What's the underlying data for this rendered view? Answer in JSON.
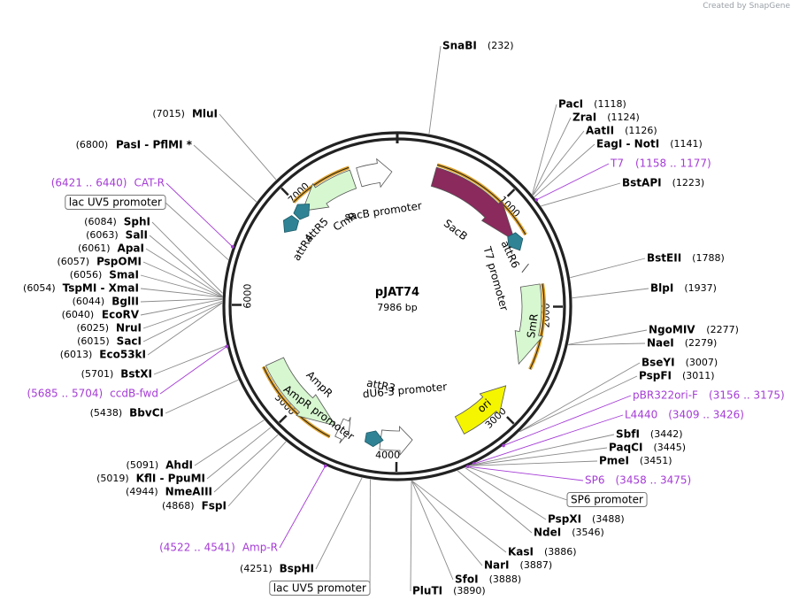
{
  "watermark": "Created by SnapGene",
  "plasmid": {
    "name": "pJAT74",
    "length_label": "7986 bp",
    "length": 7986
  },
  "colors": {
    "ori": "#f5f500",
    "sacB": "#8b2a5c",
    "resistance": "#d7f7d0",
    "att": "#2f8394",
    "primer": "#a53cd6",
    "orange": "#e1a32a"
  },
  "ticks": [
    {
      "label": "1000",
      "pos": 1000
    },
    {
      "label": "2000",
      "pos": 2000
    },
    {
      "label": "3000",
      "pos": 3000
    },
    {
      "label": "4000",
      "pos": 4000
    },
    {
      "label": "5000",
      "pos": 5000
    },
    {
      "label": "6000",
      "pos": 6000
    },
    {
      "label": "7000",
      "pos": 7000
    }
  ],
  "features": [
    {
      "label": "SacB",
      "start": 350,
      "end": 1350,
      "kind": "arrow",
      "color": "#8b2a5c",
      "dir": 1,
      "r": 112
    },
    {
      "label": "sacB promoter",
      "start": 7620,
      "end": 7935,
      "kind": "arrow",
      "color": "#ffffff",
      "dir": 1,
      "r": 112
    },
    {
      "label": "CmR",
      "start": 6990,
      "end": 7560,
      "kind": "arrow",
      "color": "#d7f7d0",
      "dir": -1,
      "r": 100
    },
    {
      "label": "SmR",
      "start": 1800,
      "end": 2560,
      "kind": "arrow",
      "color": "#d7f7d0",
      "dir": 1,
      "r": 168
    },
    {
      "label": "ori",
      "start": 2800,
      "end": 3380,
      "kind": "arrow",
      "color": "#f5f500",
      "dir": -1,
      "r": 150
    },
    {
      "label": "AmpR",
      "start": 4600,
      "end": 5450,
      "kind": "arrow",
      "color": "#d7f7d0",
      "dir": -1,
      "r": 117
    },
    {
      "label": "AmpR promoter",
      "start": 4460,
      "end": 4560,
      "kind": "arrow",
      "color": "#ffffff",
      "dir": -1,
      "r": 117
    },
    {
      "label": "dU6-3 promoter",
      "start": 3850,
      "end": 4150,
      "kind": "arrow",
      "color": "#ffffff",
      "dir": -1,
      "r": 80
    },
    {
      "label": "attR6",
      "kind": "att",
      "pos": 1370,
      "dir": 1,
      "r": 118
    },
    {
      "label": "T7 promoter",
      "kind": "small",
      "pos": 1600,
      "r": 120
    },
    {
      "label": "attR5",
      "kind": "att",
      "pos": 7000,
      "dir": 1,
      "r": 146
    },
    {
      "label": "attR4",
      "kind": "att",
      "pos": 6810,
      "dir": -1,
      "r": 146
    },
    {
      "label": "attR3",
      "kind": "att",
      "pos": 4210,
      "dir": -1,
      "r": 108
    }
  ],
  "inner_labels": [
    {
      "text": "SacB"
    },
    {
      "text": "sacB promoter"
    },
    {
      "text": "CmR"
    },
    {
      "text": "SmR"
    },
    {
      "text": "ori"
    },
    {
      "text": "AmpR"
    },
    {
      "text": "AmpR promoter"
    },
    {
      "text": "dU6-3 promoter"
    },
    {
      "text": "attR6"
    },
    {
      "text": "T7 promoter"
    },
    {
      "text": "attR5"
    },
    {
      "text": "attR4"
    },
    {
      "text": "attR3"
    }
  ],
  "right_labels": [
    {
      "name": "SnaBI",
      "pos": "(232)",
      "bp": 232
    },
    {
      "name": "PacI",
      "pos": "(1118)",
      "bp": 1118
    },
    {
      "name": "ZraI",
      "pos": "(1124)",
      "bp": 1124
    },
    {
      "name": "AatII",
      "pos": "(1126)",
      "bp": 1126
    },
    {
      "name": "EagI  -  NotI",
      "pos": "(1141)",
      "bp": 1141
    },
    {
      "name": "T7",
      "pos": "(1158 .. 1177)",
      "bp": 1167,
      "primer": true
    },
    {
      "name": "BstAPI",
      "pos": "(1223)",
      "bp": 1223
    },
    {
      "name": "BstEII",
      "pos": "(1788)",
      "bp": 1788
    },
    {
      "name": "BlpI",
      "pos": "(1937)",
      "bp": 1937
    },
    {
      "name": "NgoMIV",
      "pos": "(2277)",
      "bp": 2277
    },
    {
      "name": "NaeI",
      "pos": "(2279)",
      "bp": 2279
    },
    {
      "name": "BseYI",
      "pos": "(3007)",
      "bp": 3007
    },
    {
      "name": "PspFI",
      "pos": "(3011)",
      "bp": 3011
    },
    {
      "name": "pBR322ori-F",
      "pos": "(3156 .. 3175)",
      "bp": 3165,
      "primer": true
    },
    {
      "name": "L4440",
      "pos": "(3409 .. 3426)",
      "bp": 3417,
      "primer": true
    },
    {
      "name": "SbfI",
      "pos": "(3442)",
      "bp": 3442
    },
    {
      "name": "PaqCI",
      "pos": "(3445)",
      "bp": 3445
    },
    {
      "name": "PmeI",
      "pos": "(3451)",
      "bp": 3451
    },
    {
      "name": "SP6",
      "pos": "(3458 .. 3475)",
      "bp": 3466,
      "primer": true
    },
    {
      "name": "SP6 promoter",
      "pos": "",
      "bp": 3470,
      "boxed": true
    },
    {
      "name": "PspXI",
      "pos": "(3488)",
      "bp": 3488
    },
    {
      "name": "NdeI",
      "pos": "(3546)",
      "bp": 3546
    },
    {
      "name": "KasI",
      "pos": "(3886)",
      "bp": 3886
    },
    {
      "name": "NarI",
      "pos": "(3887)",
      "bp": 3887
    },
    {
      "name": "SfoI",
      "pos": "(3888)",
      "bp": 3888
    },
    {
      "name": "PluTI",
      "pos": "(3890)",
      "bp": 3890
    }
  ],
  "left_labels": [
    {
      "name": "MluI",
      "pos": "(7015)",
      "bp": 7015
    },
    {
      "name": "PasI  -  PflMI *",
      "pos": "(6800)",
      "bp": 6800
    },
    {
      "name": "CAT-R",
      "pos": "(6421 .. 6440)",
      "bp": 6430,
      "primer": true
    },
    {
      "name": "lac UV5 promoter",
      "pos": "",
      "bp": 6330,
      "boxed": true
    },
    {
      "name": "SphI",
      "pos": "(6084)",
      "bp": 6084
    },
    {
      "name": "SalI",
      "pos": "(6063)",
      "bp": 6063
    },
    {
      "name": "ApaI",
      "pos": "(6061)",
      "bp": 6061
    },
    {
      "name": "PspOMI",
      "pos": "(6057)",
      "bp": 6057
    },
    {
      "name": "SmaI",
      "pos": "(6056)",
      "bp": 6056
    },
    {
      "name": "TspMI  -  XmaI",
      "pos": "(6054)",
      "bp": 6054
    },
    {
      "name": "BglII",
      "pos": "(6044)",
      "bp": 6044
    },
    {
      "name": "EcoRV",
      "pos": "(6040)",
      "bp": 6040
    },
    {
      "name": "NruI",
      "pos": "(6025)",
      "bp": 6025
    },
    {
      "name": "SacI",
      "pos": "(6015)",
      "bp": 6015
    },
    {
      "name": "Eco53kI",
      "pos": "(6013)",
      "bp": 6013
    },
    {
      "name": "BstXI",
      "pos": "(5701)",
      "bp": 5701
    },
    {
      "name": "ccdB-fwd",
      "pos": "(5685 .. 5704)",
      "bp": 5695,
      "primer": true
    },
    {
      "name": "BbvCI",
      "pos": "(5438)",
      "bp": 5438
    },
    {
      "name": "AhdI",
      "pos": "(5091)",
      "bp": 5091
    },
    {
      "name": "KflI  -  PpuMI",
      "pos": "(5019)",
      "bp": 5019
    },
    {
      "name": "NmeAIII",
      "pos": "(4944)",
      "bp": 4944
    },
    {
      "name": "FspI",
      "pos": "(4868)",
      "bp": 4868
    },
    {
      "name": "Amp-R",
      "pos": "(4522 .. 4541)",
      "bp": 4531,
      "primer": true
    },
    {
      "name": "BspHI",
      "pos": "(4251)",
      "bp": 4251
    },
    {
      "name": "lac UV5 promoter",
      "pos": "",
      "bp": 4190,
      "boxed": true
    }
  ]
}
